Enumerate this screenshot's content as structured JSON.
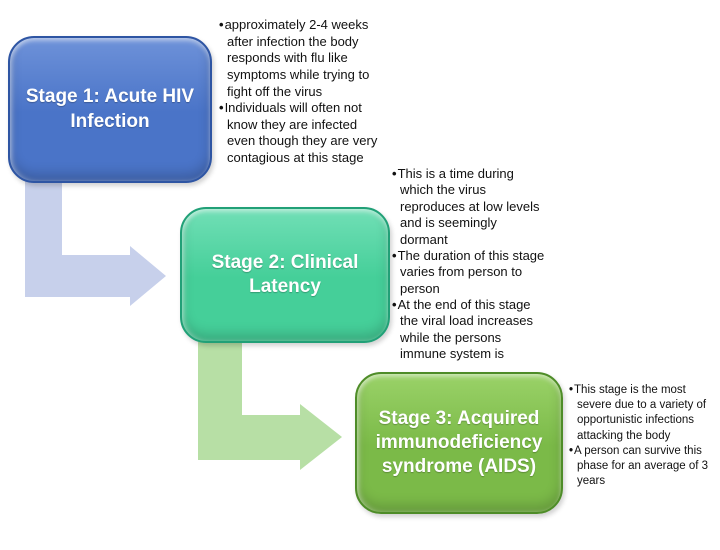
{
  "colors": {
    "background": "#ffffff",
    "stage1_fill": "#4a74c8",
    "stage1_fill_light": "#6e92d9",
    "stage1_border": "#2e55a3",
    "stage2_fill": "#45cf99",
    "stage2_fill_light": "#71dfb6",
    "stage2_border": "#21a077",
    "stage3_fill": "#7bba48",
    "stage3_fill_light": "#9ad268",
    "stage3_border": "#4e8c28",
    "arrow1": "#c7d0eb",
    "arrow2": "#b7dfa5",
    "title_text": "#ffffff",
    "bullet_text": "#111111"
  },
  "stages": [
    {
      "title": "Stage 1: Acute HIV Infection",
      "bullets": [
        "approximately 2-4 weeks after infection the body responds with flu like symptoms while trying to fight off the virus",
        "Individuals will often not know they are infected even though they are very contagious at this stage"
      ]
    },
    {
      "title": "Stage 2: Clinical Latency",
      "bullets": [
        "This is a time during which the virus reproduces at low levels and is seemingly dormant",
        "The duration of this stage varies from person to person",
        "At the end of this stage the viral load increases while the persons immune system is"
      ]
    },
    {
      "title": "Stage 3: Acquired immunodeficiency syndrome (AIDS)",
      "bullets": [
        "This stage is the most severe due to a variety of opportunistic infections attacking the body",
        "A person can survive this phase for an average of 3 years"
      ]
    }
  ]
}
